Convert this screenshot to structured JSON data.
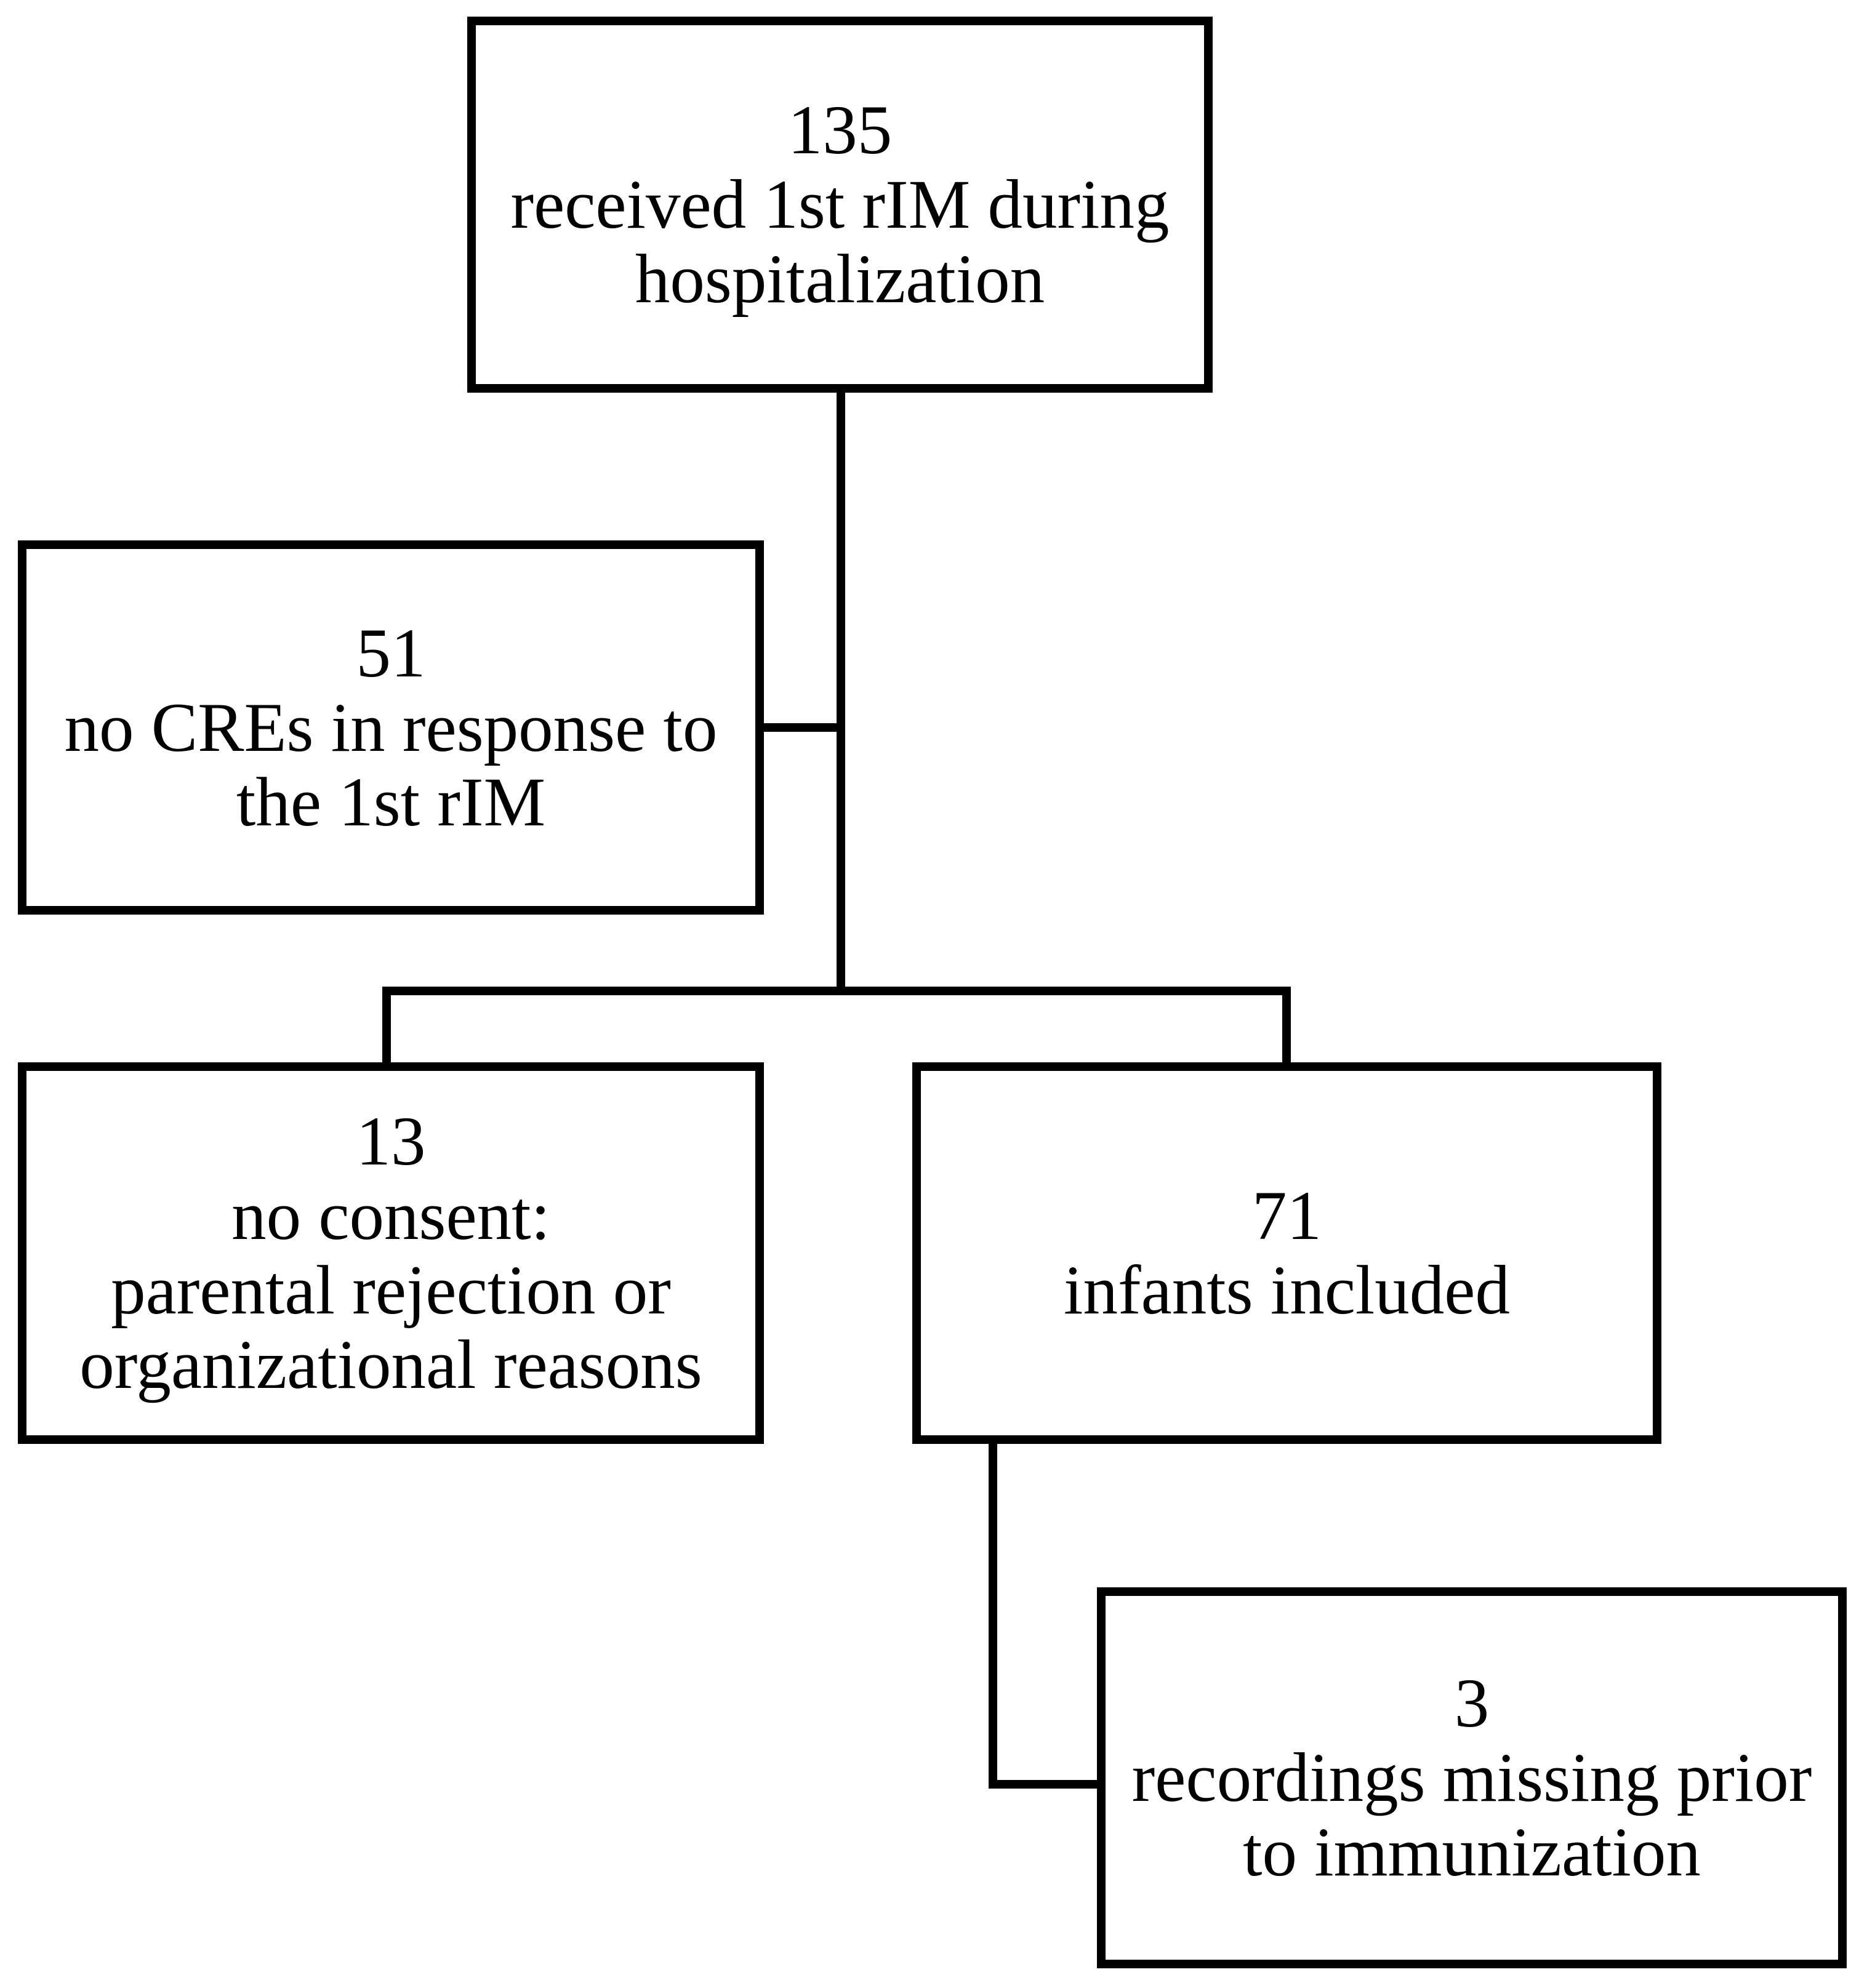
{
  "figure": {
    "type": "flowchart",
    "background_color": "#ffffff",
    "line_color": "#000000",
    "text_color": "#000000",
    "boxes": [
      {
        "id": "received-1st-rim",
        "count": "135",
        "lines": [
          "135",
          "received 1st rIM during",
          "hospitalization"
        ]
      },
      {
        "id": "no-cres",
        "count": "51",
        "lines": [
          "51",
          "no CREs in response to",
          "the 1st rIM"
        ]
      },
      {
        "id": "no-consent",
        "count": "13",
        "lines": [
          "13",
          "no consent:",
          "parental rejection or",
          "organizational reasons"
        ]
      },
      {
        "id": "infants-included",
        "count": "71",
        "lines": [
          "71",
          "infants included"
        ]
      },
      {
        "id": "recordings-missing",
        "count": "3",
        "lines": [
          "3",
          "recordings missing prior",
          "to immunization"
        ]
      }
    ]
  }
}
